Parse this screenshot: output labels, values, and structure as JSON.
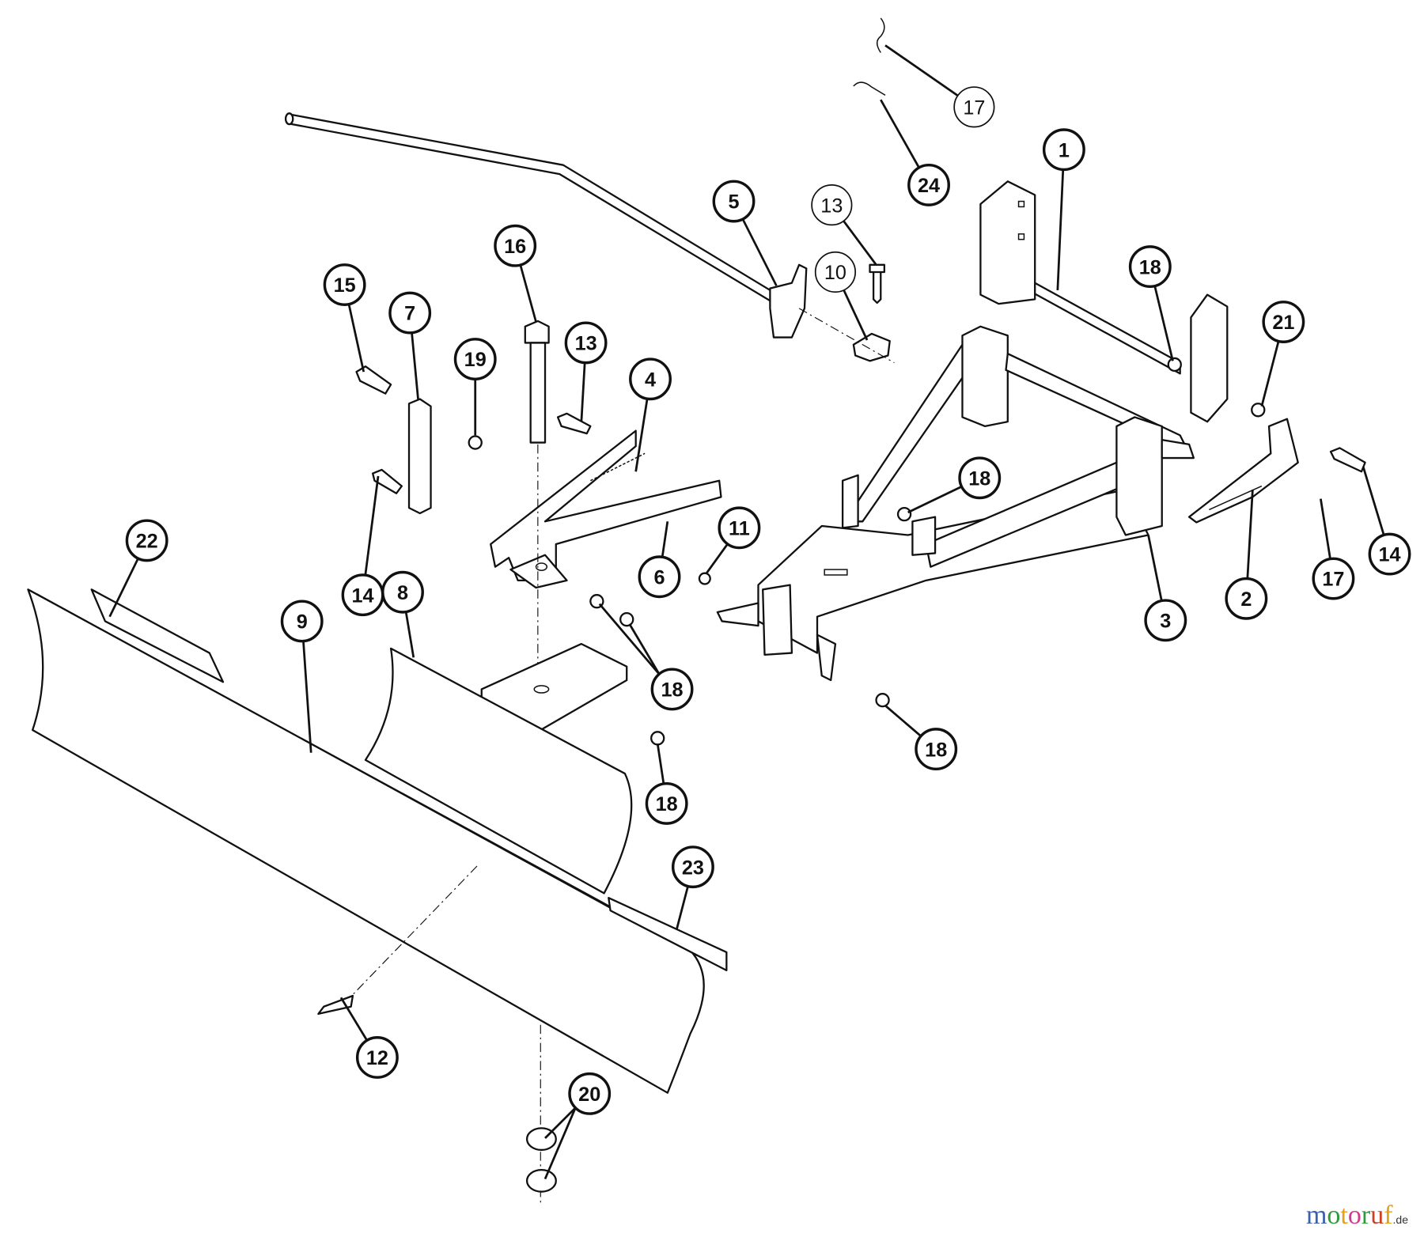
{
  "diagram": {
    "callouts": [
      {
        "label": "17",
        "bold": false
      },
      {
        "label": "24",
        "bold": true
      },
      {
        "label": "1",
        "bold": true
      },
      {
        "label": "5",
        "bold": true
      },
      {
        "label": "13",
        "bold": false
      },
      {
        "label": "16",
        "bold": true
      },
      {
        "label": "10",
        "bold": false
      },
      {
        "label": "18",
        "bold": true
      },
      {
        "label": "21",
        "bold": true
      },
      {
        "label": "15",
        "bold": true
      },
      {
        "label": "7",
        "bold": true
      },
      {
        "label": "19",
        "bold": true
      },
      {
        "label": "13",
        "bold": true
      },
      {
        "label": "4",
        "bold": true
      },
      {
        "label": "18",
        "bold": true
      },
      {
        "label": "11",
        "bold": true
      },
      {
        "label": "22",
        "bold": true
      },
      {
        "label": "6",
        "bold": true
      },
      {
        "label": "14",
        "bold": true
      },
      {
        "label": "8",
        "bold": true
      },
      {
        "label": "9",
        "bold": true
      },
      {
        "label": "3",
        "bold": true
      },
      {
        "label": "2",
        "bold": true
      },
      {
        "label": "17",
        "bold": true
      },
      {
        "label": "14",
        "bold": true
      },
      {
        "label": "18",
        "bold": true
      },
      {
        "label": "18",
        "bold": true
      },
      {
        "label": "18",
        "bold": true
      },
      {
        "label": "23",
        "bold": true
      },
      {
        "label": "12",
        "bold": true
      },
      {
        "label": "20",
        "bold": true
      }
    ]
  },
  "watermark": {
    "text": "motoruf",
    "suffix": ".de",
    "colors": [
      "#3b5fb0",
      "#2f9a3a",
      "#e0a020",
      "#d03a8a",
      "#2f9a3a",
      "#d04020",
      "#e0a020"
    ]
  }
}
